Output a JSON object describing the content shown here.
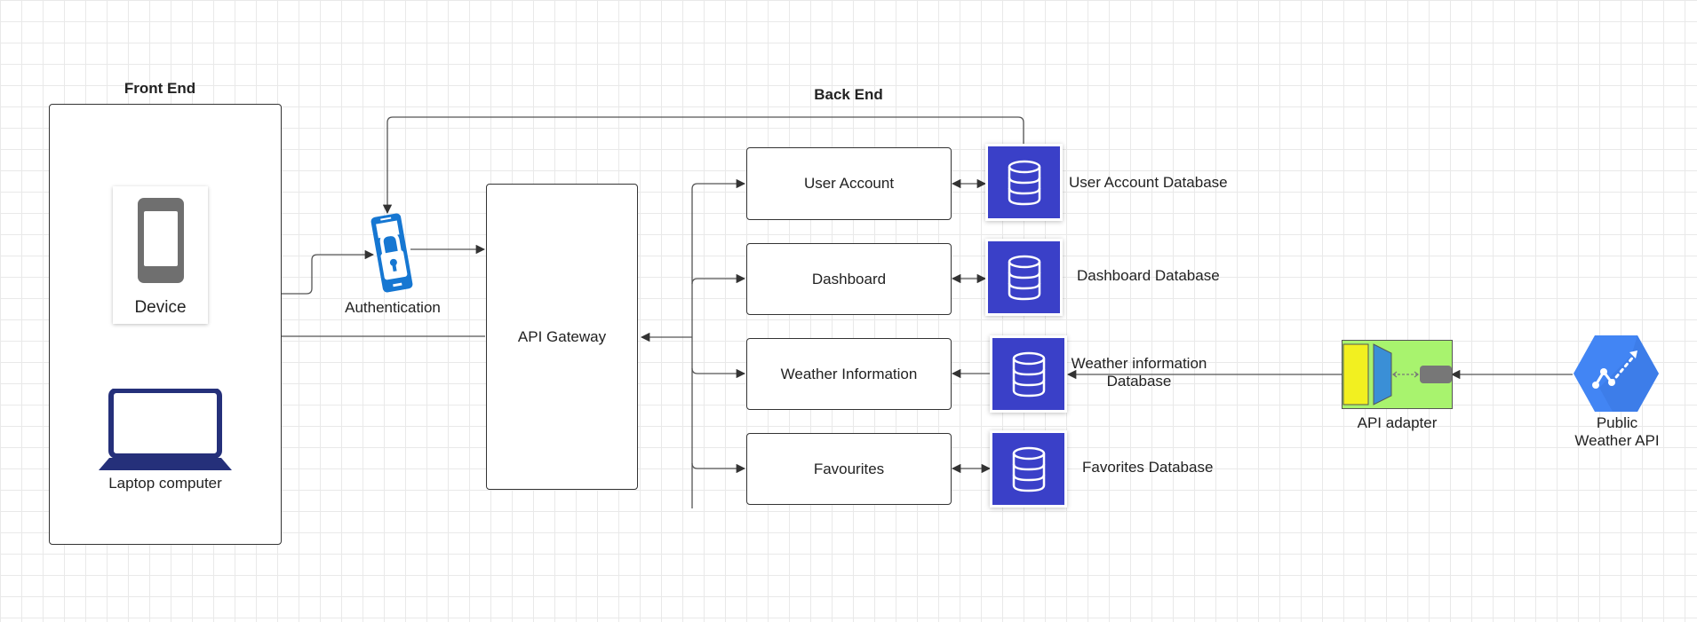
{
  "titles": {
    "front_end": "Front End",
    "back_end": "Back End"
  },
  "front_end": {
    "device_label": "Device",
    "laptop_label": "Laptop computer"
  },
  "auth_label": "Authentication",
  "gateway_label": "API Gateway",
  "services": [
    {
      "label": "User Account"
    },
    {
      "label": "Dashboard"
    },
    {
      "label": "Weather Information"
    },
    {
      "label": "Favourites"
    }
  ],
  "databases": [
    {
      "label": "User Account Database"
    },
    {
      "label": "Dashboard Database"
    },
    {
      "label_line1": "Weather information",
      "label_line2": "Database"
    },
    {
      "label": "Favorites Database"
    }
  ],
  "api_adapter_label": "API adapter",
  "public_api": {
    "line1": "Public",
    "line2": "Weather API"
  },
  "colors": {
    "db_fill": "#3a40c8",
    "auth_blue": "#1677d2",
    "laptop_navy": "#25307a",
    "adapter_green": "#a8f36e",
    "adapter_yellow": "#f2f020",
    "gcp_blue": "#4285f4",
    "device_gray": "#6f6f6f"
  },
  "icons": [
    "database-icon",
    "smartphone-icon",
    "laptop-icon",
    "lock-phone-icon",
    "api-adapter-icon",
    "cloud-api-icon"
  ]
}
